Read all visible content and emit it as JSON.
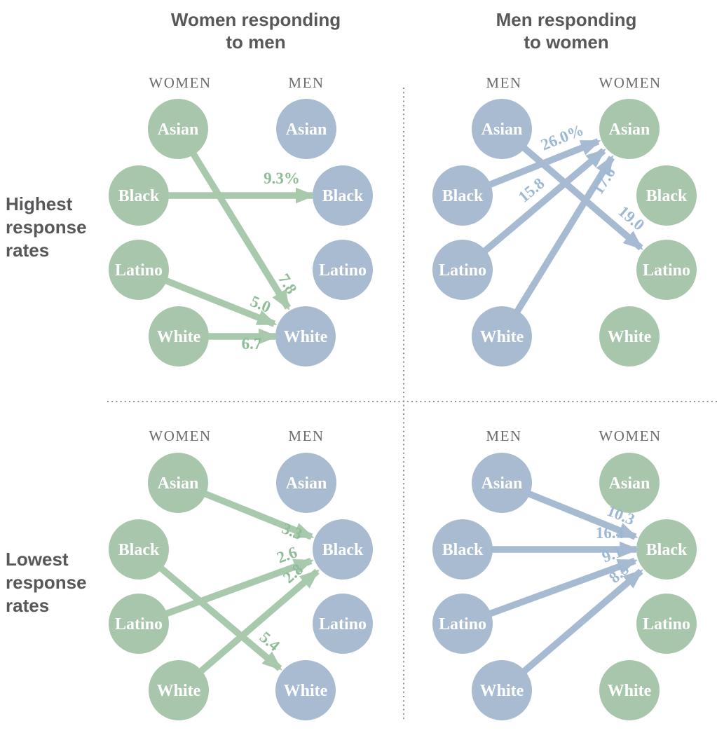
{
  "page": {
    "column_titles": [
      {
        "line1": "Women responding",
        "line2": "to men"
      },
      {
        "line1": "Men responding",
        "line2": "to women"
      }
    ],
    "row_labels": [
      {
        "line1": "Highest",
        "line2": "response",
        "line3": "rates"
      },
      {
        "line1": "Lowest",
        "line2": "response",
        "line3": "rates"
      }
    ]
  },
  "races": [
    "Asian",
    "Black",
    "Latino",
    "White"
  ],
  "colors": {
    "women_node": "#a8c6ab",
    "men_node": "#a8bbd0",
    "women_arrow": "#a9c9ad",
    "men_arrow": "#a6bad1",
    "women_value_label": "#8fbc98",
    "men_value_label": "#9db8d4",
    "node_text": "#ffffff",
    "heading_text": "#58585b",
    "column_header_text": "#6b6b6b",
    "divider": "#8f8f8f"
  },
  "quadrants": [
    {
      "name": "women-responding-to-men-highest",
      "col_headers": [
        "WOMEN",
        "MEN"
      ],
      "arrows": [
        {
          "from": "Black women",
          "to": "Black men",
          "label": "9.3%",
          "value": 9.3
        },
        {
          "from": "Asian women",
          "to": "White men",
          "label": "7.8",
          "value": 7.8
        },
        {
          "from": "Latino women",
          "to": "White men",
          "label": "5.0",
          "value": 5.0
        },
        {
          "from": "White women",
          "to": "White men",
          "label": "6.7",
          "value": 6.7
        }
      ]
    },
    {
      "name": "men-responding-to-women-highest",
      "col_headers": [
        "MEN",
        "WOMEN"
      ],
      "arrows": [
        {
          "from": "Black men",
          "to": "Asian women",
          "label": "26.0%",
          "value": 26.0
        },
        {
          "from": "Latino men",
          "to": "Asian women",
          "label": "15.8",
          "value": 15.8
        },
        {
          "from": "White men",
          "to": "Asian women",
          "label": "17.6",
          "value": 17.6
        },
        {
          "from": "Asian men",
          "to": "Latino women",
          "label": "19.0",
          "value": 19.0
        }
      ]
    },
    {
      "name": "women-responding-to-men-lowest",
      "col_headers": [
        "WOMEN",
        "MEN"
      ],
      "arrows": [
        {
          "from": "Asian women",
          "to": "Black men",
          "label": "3.3",
          "value": 3.3
        },
        {
          "from": "Latino women",
          "to": "Black men",
          "label": "2.6",
          "value": 2.6
        },
        {
          "from": "White women",
          "to": "Black men",
          "label": "2.8",
          "value": 2.8
        },
        {
          "from": "Black women",
          "to": "White men",
          "label": "5.4",
          "value": 5.4
        }
      ]
    },
    {
      "name": "men-responding-to-women-lowest",
      "col_headers": [
        "MEN",
        "WOMEN"
      ],
      "arrows": [
        {
          "from": "Asian men",
          "to": "Black women",
          "label": "10.3",
          "value": 10.3
        },
        {
          "from": "Black men",
          "to": "Black women",
          "label": "16.4",
          "value": 16.4
        },
        {
          "from": "Latino men",
          "to": "Black women",
          "label": "9.1",
          "value": 9.1
        },
        {
          "from": "White men",
          "to": "Black women",
          "label": "8.5",
          "value": 8.5
        }
      ]
    }
  ]
}
